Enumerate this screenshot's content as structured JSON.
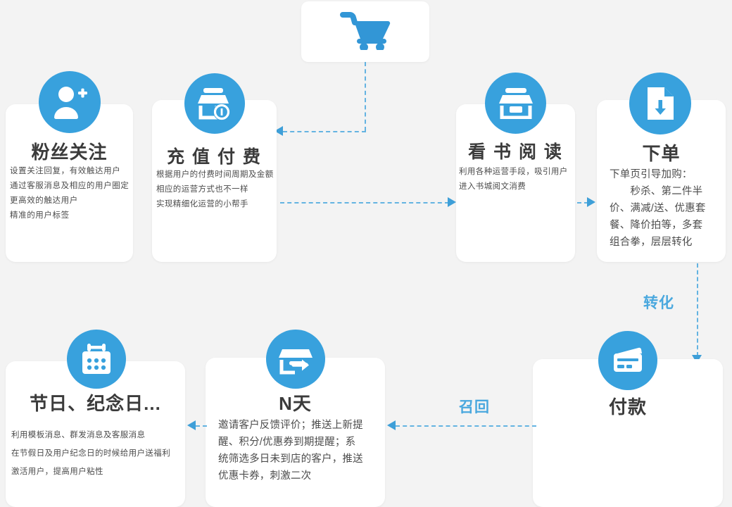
{
  "diagram": {
    "background_color": "#f3f3f3",
    "accent_color": "#38a1dd",
    "card_color": "#ffffff"
  },
  "entry": {
    "icon": "shopping-cart-icon"
  },
  "nodes": [
    {
      "id": "fans-follow",
      "icon": "user-add-icon",
      "title": "粉丝关注",
      "lines": [
        "设置关注回复，有效触达用户",
        "通过客服消息及相应的用户圈定",
        "更高效的触达用户",
        "精准的用户标签"
      ]
    },
    {
      "id": "recharge-pay",
      "icon": "shop-coin-icon",
      "title": "充 值 付 费",
      "lines": [
        "根据用户的付费时间周期及金额",
        "相应的运营方式也不一样",
        "实现精细化运营的小帮手"
      ]
    },
    {
      "id": "read-book",
      "icon": "shop-icon",
      "title": "看 书 阅 读",
      "lines": [
        "利用各种运营手段，吸引用户",
        "进入书城阅文消费"
      ]
    },
    {
      "id": "place-order",
      "icon": "file-download-icon",
      "title": "下单",
      "lines": [
        "下单页引导加购：",
        "　　秒杀、第二件半",
        "价、满减/送、优惠套",
        "餐、降价拍等，多套",
        "组合拳，层层转化"
      ]
    },
    {
      "id": "payment",
      "icon": "credit-card-icon",
      "title": "付款",
      "lines": []
    },
    {
      "id": "n-days",
      "icon": "shop-arrow-icon",
      "title": "N天",
      "lines": [
        "邀请客户反馈评价；推送上新提",
        "醒、积分/优惠券到期提醒；系",
        "统筛选多日未到店的客户，推送",
        "优惠卡券，刺激二次"
      ]
    },
    {
      "id": "festival",
      "icon": "calendar-icon",
      "title": "节日、纪念日...",
      "lines": [
        "利用模板消息、群发消息及客服消息",
        "在节假日及用户纪念日的时候给用户送福利",
        "激活用户，提高用户粘性"
      ]
    }
  ],
  "edges": [
    {
      "id": "edge-cart-to-recharge",
      "label": ""
    },
    {
      "id": "edge-recharge-to-read",
      "label": ""
    },
    {
      "id": "edge-read-to-order",
      "label": ""
    },
    {
      "id": "edge-order-to-payment",
      "label": "转化"
    },
    {
      "id": "edge-payment-to-ndays",
      "label": "召回"
    },
    {
      "id": "edge-ndays-to-festival",
      "label": ""
    }
  ]
}
